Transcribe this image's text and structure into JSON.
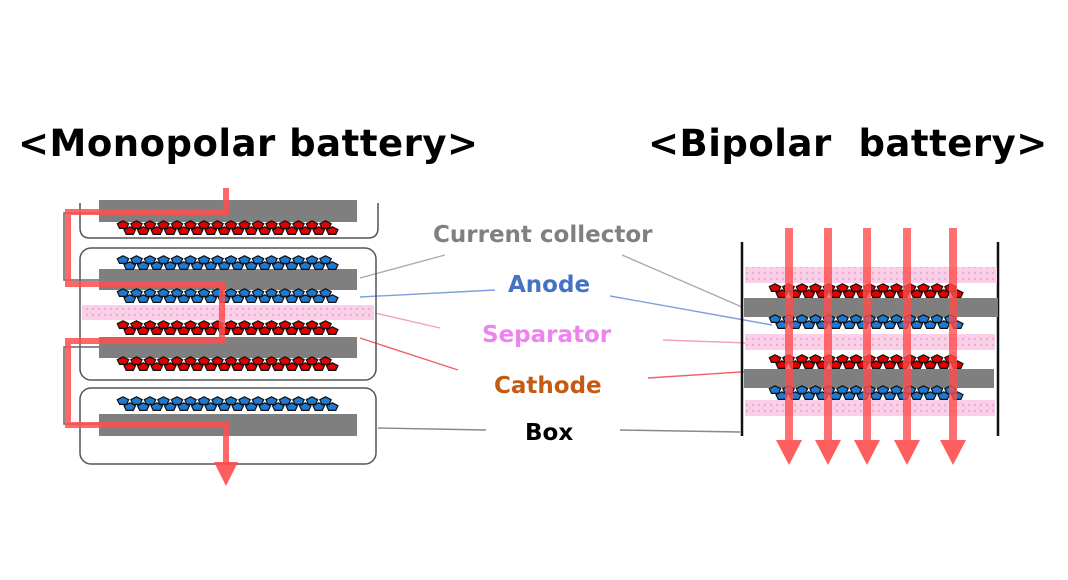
{
  "titles": {
    "monopolar": "<Monopolar battery>",
    "bipolar": "<Bipolar  battery>"
  },
  "labels": [
    {
      "key": "current_collector",
      "text": "Current collector",
      "color": "#808080"
    },
    {
      "key": "anode",
      "text": "Anode",
      "color": "#4472c4"
    },
    {
      "key": "separator",
      "text": "Separator",
      "color": "#ee82ee"
    },
    {
      "key": "cathode",
      "text": "Cathode",
      "color": "#c55a11"
    },
    {
      "key": "box",
      "text": "Box",
      "color": "#000000"
    }
  ],
  "colors": {
    "collector": "#7f7f7f",
    "anode_particle": "#1f78d1",
    "cathode_particle": "#e00000",
    "separator": "#f8c8e4",
    "current_arrow": "#ff4d4d",
    "box_outline": "#555555"
  },
  "monopolar": {
    "cells": [
      "cathode-top",
      "anode-collector-anode",
      "separator",
      "cathode-collector-cathode",
      "anode-bottom"
    ]
  },
  "bipolar": {
    "arrow_count": 5,
    "layers": [
      "separator",
      "cathode",
      "collector",
      "anode",
      "separator",
      "cathode",
      "collector",
      "anode",
      "separator"
    ]
  }
}
